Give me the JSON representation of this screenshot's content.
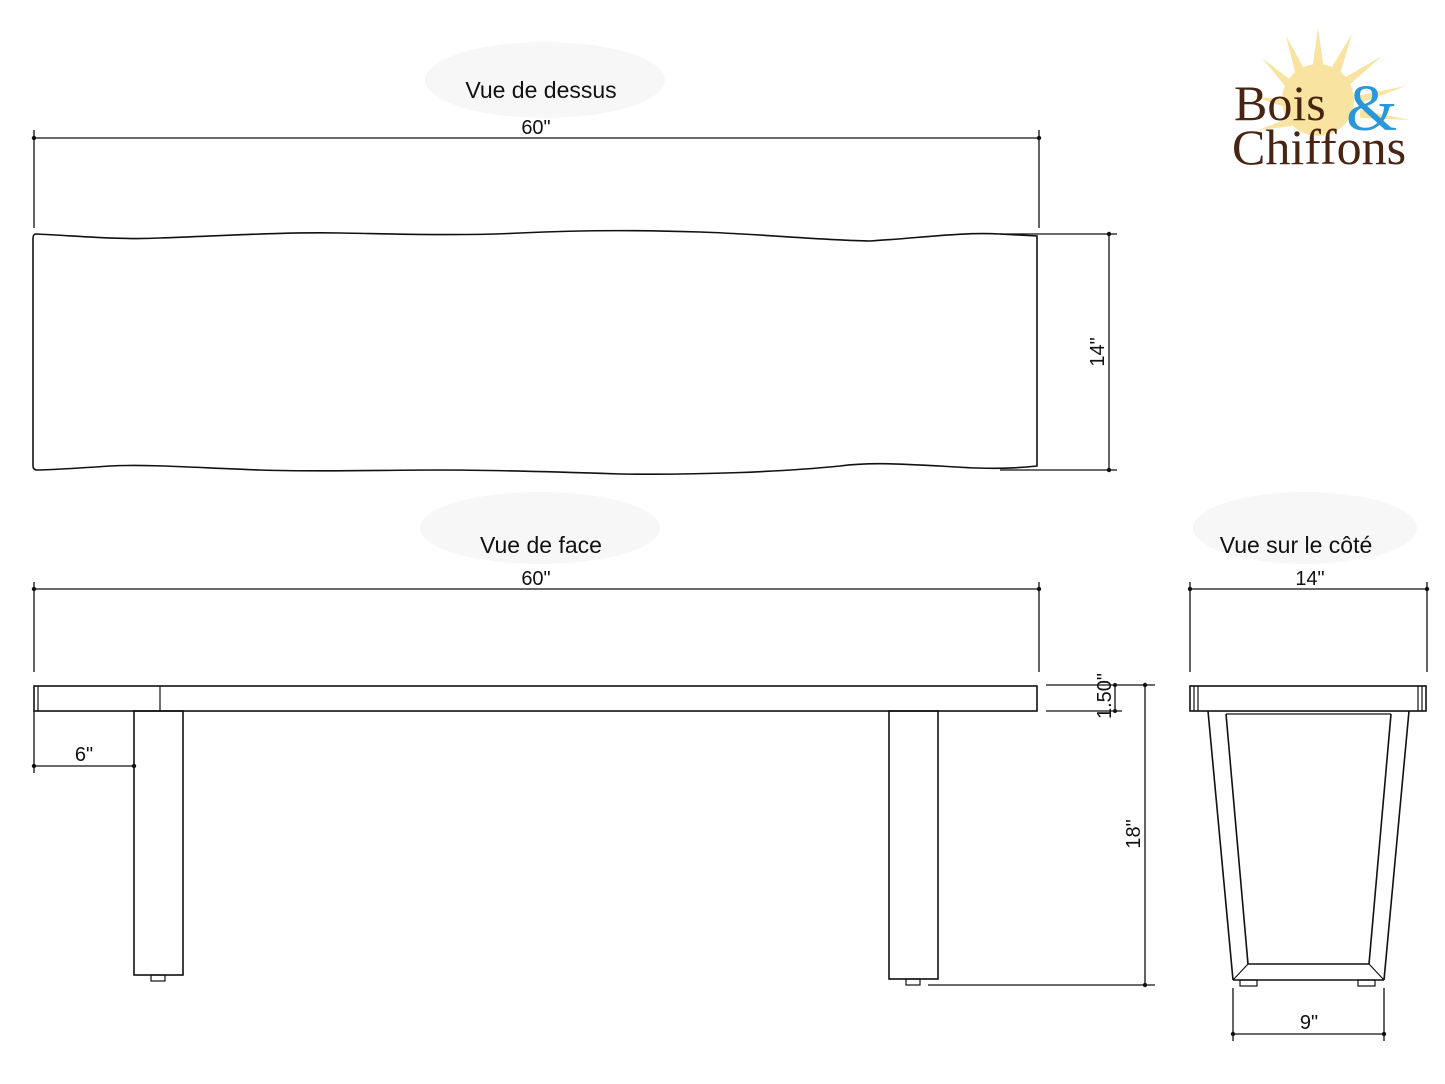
{
  "logo": {
    "line1": "Bois",
    "ampersand": "&",
    "line2": "Chiffons",
    "colors": {
      "text": "#4a2412",
      "ampersand": "#2a98d8",
      "sun": "#f8e3a0"
    }
  },
  "views": {
    "top": {
      "title": "Vue de dessus",
      "length_label": "60\"",
      "width_label": "14\""
    },
    "front": {
      "title": "Vue de face",
      "length_label": "60\"",
      "leg_offset_label": "6\"",
      "thickness_label": "1.50\"",
      "height_label": "18\""
    },
    "side": {
      "title": "Vue sur le côté",
      "top_width_label": "14\"",
      "base_width_label": "9\""
    }
  },
  "dimensions": {
    "length_in": 60,
    "depth_in": 14,
    "height_in": 18,
    "top_thickness_in": 1.5,
    "leg_offset_in": 6,
    "base_width_in": 9
  }
}
